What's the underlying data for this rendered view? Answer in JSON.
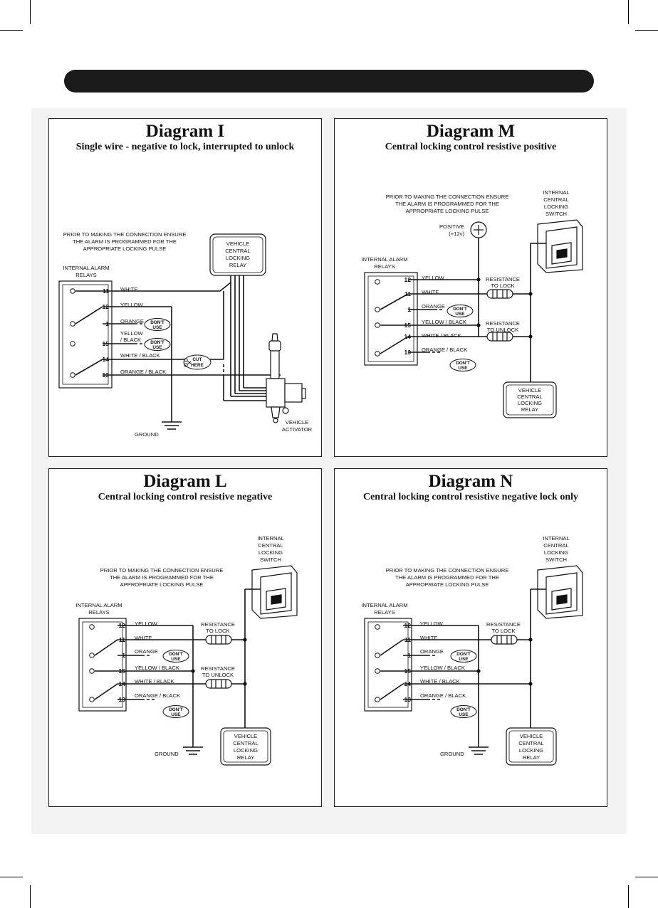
{
  "diagram_i": {
    "title": "Diagram I",
    "subtitle": "Single wire - negative to lock, interrupted to unlock",
    "note": [
      "PRIOR TO MAKING THE CONNECTION ENSURE",
      "THE ALARM IS PROGRAMMED FOR THE",
      "APPROPRIATE LOCKING PULSE"
    ],
    "relays_label": [
      "INTERNAL ALARM",
      "RELAYS"
    ],
    "vehicle_relay": [
      "VEHICLE",
      "CENTRAL",
      "LOCKING",
      "RELAY"
    ],
    "wires": [
      {
        "num": "11",
        "label": [
          "WHITE"
        ]
      },
      {
        "num": "12",
        "label": [
          "YELLOW"
        ]
      },
      {
        "num": "1",
        "label": [
          "ORANGE"
        ]
      },
      {
        "num": "15",
        "label": [
          "YELLOW",
          "/ BLACK"
        ]
      },
      {
        "num": "14",
        "label": [
          "WHITE / BLACK"
        ]
      },
      {
        "num": "13",
        "label": [
          "ORANGE / BLACK"
        ]
      }
    ],
    "dont_use": [
      "DON'T",
      "USE"
    ],
    "cut_here": [
      "CUT",
      "HERE"
    ],
    "ground": "GROUND",
    "activator": [
      "VEHICLE",
      "ACTIVATOR"
    ]
  },
  "diagram_m": {
    "title": "Diagram M",
    "subtitle": "Central locking control resistive positive",
    "note": [
      "PRIOR TO MAKING THE CONNECTION ENSURE",
      "THE ALARM IS PROGRAMMED FOR THE",
      "APPROPRIATE LOCKING PULSE"
    ],
    "positive": [
      "POSITIVE",
      "(+12v)"
    ],
    "switch_label": [
      "INTERNAL",
      "CENTRAL",
      "LOCKING",
      "SWITCH"
    ],
    "relays_label": [
      "INTERNAL ALARM",
      "RELAYS"
    ],
    "wires": [
      {
        "num": "12",
        "label": "YELLOW"
      },
      {
        "num": "11",
        "label": "WHITE"
      },
      {
        "num": "1",
        "label": "ORANGE"
      },
      {
        "num": "15",
        "label": "YELLOW / BLACK"
      },
      {
        "num": "14",
        "label": "WHITE / BLACK"
      },
      {
        "num": "13",
        "label": "ORANGE / BLACK"
      }
    ],
    "res_lock": [
      "RESISTANCE",
      "TO LOCK"
    ],
    "res_unlock": [
      "RESISTANCE",
      "TO UNLOCK"
    ],
    "dont_use": [
      "DON'T",
      "USE"
    ],
    "vehicle_relay": [
      "VEHICLE",
      "CENTRAL",
      "LOCKING",
      "RELAY"
    ]
  },
  "diagram_l": {
    "title": "Diagram L",
    "subtitle": "Central locking control resistive negative",
    "note": [
      "PRIOR TO MAKING THE CONNECTION ENSURE",
      "THE ALARM IS PROGRAMMED FOR THE",
      "APPROPRIATE LOCKING PULSE"
    ],
    "switch_label": [
      "INTERNAL",
      "CENTRAL",
      "LOCKING",
      "SWITCH"
    ],
    "relays_label": [
      "INTERNAL ALARM",
      "RELAYS"
    ],
    "wires": [
      {
        "num": "12",
        "label": "YELLOW"
      },
      {
        "num": "11",
        "label": "WHITE"
      },
      {
        "num": "1",
        "label": "ORANGE"
      },
      {
        "num": "15",
        "label": "YELLOW / BLACK"
      },
      {
        "num": "14",
        "label": "WHITE / BLACK"
      },
      {
        "num": "13",
        "label": "ORANGE / BLACK"
      }
    ],
    "res_lock": [
      "RESISTANCE",
      "TO LOCK"
    ],
    "res_unlock": [
      "RESISTANCE",
      "TO UNLOCK"
    ],
    "dont_use": [
      "DON'T",
      "USE"
    ],
    "ground": "GROUND",
    "vehicle_relay": [
      "VEHICLE",
      "CENTRAL",
      "LOCKING",
      "RELAY"
    ]
  },
  "diagram_n": {
    "title": "Diagram N",
    "subtitle": "Central locking control resistive negative lock only",
    "note": [
      "PRIOR TO MAKING THE CONNECTION ENSURE",
      "THE ALARM IS PROGRAMMED FOR THE",
      "APPROPRIATE LOCKING PULSE"
    ],
    "switch_label": [
      "INTERNAL",
      "CENTRAL",
      "LOCKING",
      "SWITCH"
    ],
    "relays_label": [
      "INTERNAL ALARM",
      "RELAYS"
    ],
    "wires": [
      {
        "num": "12",
        "label": "YELLOW"
      },
      {
        "num": "11",
        "label": "WHITE"
      },
      {
        "num": "1",
        "label": "ORANGE"
      },
      {
        "num": "15",
        "label": "YELLOW / BLACK"
      },
      {
        "num": "14",
        "label": "WHITE / BLACK"
      },
      {
        "num": "13",
        "label": "ORANGE / BLACK"
      }
    ],
    "res_lock": [
      "RESISTANCE",
      "TO LOCK"
    ],
    "dont_use": [
      "DON'T",
      "USE"
    ],
    "ground": "GROUND",
    "vehicle_relay": [
      "VEHICLE",
      "CENTRAL",
      "LOCKING",
      "RELAY"
    ]
  }
}
